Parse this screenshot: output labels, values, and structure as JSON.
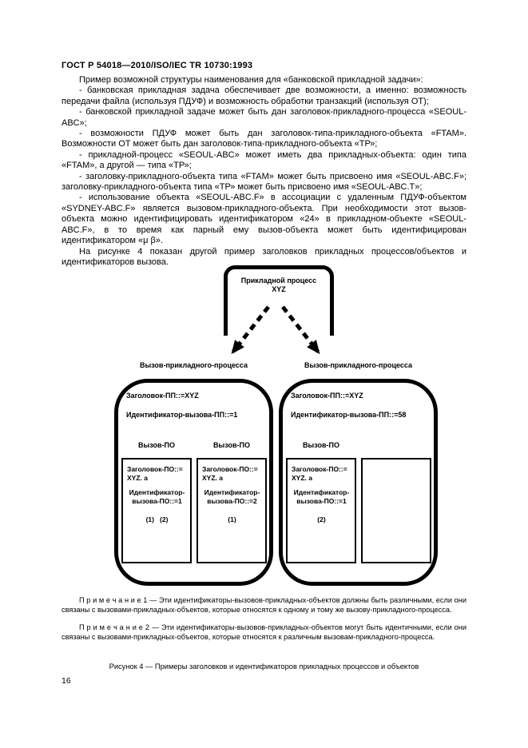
{
  "colors": {
    "text": "#000000",
    "background": "#ffffff"
  },
  "page": {
    "header": "ГОСТ Р 54018—2010/ISO/IEC TR 10730:1993",
    "page_number": "16"
  },
  "body": {
    "intro": "Пример возможной структуры наименования для «банковской прикладной задачи»:",
    "items": [
      "- банковская прикладная задача обеспечивает две возможности, а именно: возможность передачи файла (используя ПДУФ) и возможность обработки транзакций (используя ОТ);",
      "- банковской прикладной задаче может быть дан заголовок-прикладного-процесса «SEOUL-ABC»;",
      "- возможности ПДУФ может быть дан заголовок-типа-прикладного-объекта «FTAM». Возможности ОТ может быть дан заголовок-типа-прикладного-объекта «ТР»;",
      "- прикладной-процесс «SEOUL-ABC» может иметь два прикладных-объекта: один типа «FTAM», а другой — типа «ТР»;",
      "- заголовку-прикладного-объекта типа «FTAM» может быть присвоено имя «SEOUL-ABC.F»; заголовку-прикладного-объекта типа «ТР» может быть присвоено имя «SEOUL-ABC.T»;",
      "- использование объекта «SEOUL-ABC.F» в ассоциации с удаленным ПДУФ-объектом «SYDNEY-ABC.F» является вызовом-прикладного-объекта. При необходимости этот вызов-объекта можно идентифицировать идентификатором «24» в прикладном-объекте «SEOUL-ABC.F», в то время как парный ему вызов-объекта может быть идентифицирован идентификатором «μ β»."
    ],
    "closing": "На рисунке 4 показан другой пример заголовков прикладных процессов/объектов и идентификаторов вызова."
  },
  "diagram": {
    "process_box": {
      "line1": "Прикладной процесс",
      "line2": "XYZ"
    },
    "left_invocation_label": "Вызов-прикладного-процесса",
    "right_invocation_label": "Вызов-прикладного-процесса",
    "left": {
      "pp_title": "Заголовок-ПП::=XYZ",
      "pp_invocation_id": "Идентификатор-вызова-ПП::=1",
      "ae_label_1": "Вызов-ПО",
      "ae_label_2": "Вызов-ПО",
      "boxes": [
        {
          "title": "Заголовок-ПО::= XYZ. a",
          "invocation_id": "Идентификатор-вызова-ПО::=1",
          "associations": "(1)   (2)"
        },
        {
          "title": "Заголовок-ПО::= XYZ. a",
          "invocation_id": "Идентификатор-вызова-ПО::=2",
          "associations": "(1)"
        }
      ]
    },
    "right": {
      "pp_title": "Заголовок-ПП::=XYZ",
      "pp_invocation_id": "Идентификатор-вызова-ПП::=58",
      "ae_label_1": "Вызов-ПО",
      "boxes": [
        {
          "title": "Заголовок-ПО::= XYZ. a",
          "invocation_id": "Идентификатор-вызова-ПО::=1",
          "associations": "(2)"
        },
        {
          "title": "",
          "invocation_id": "",
          "associations": ""
        }
      ]
    }
  },
  "notes": {
    "note1": "П р и м е ч а н и е  1 — Эти идентификаторы-вызовов-прикладных-объектов должны быть различными, если они связаны с вызовами-прикладных-объектов, которые относятся к одному и тому же вызову-прикладного-процесса.",
    "note2": "П р и м е ч а н и е  2 — Эти идентификаторы-вызовов-прикладных-объектов могут быть идентичными, если они связаны с вызовами-прикладных-объектов, которые относятся к различным вызовам-прикладного-процесса."
  },
  "caption": "Рисунок  4 — Примеры заголовков и идентификаторов прикладных процессов и объектов"
}
